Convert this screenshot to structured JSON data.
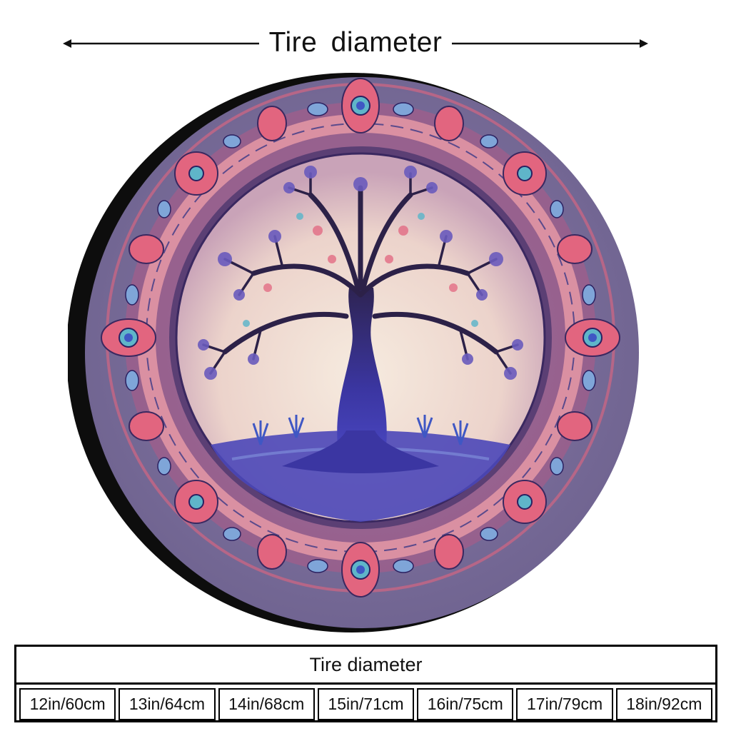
{
  "header": {
    "label": "Tire  diameter"
  },
  "product": {
    "artwork_icon": "tree-of-life-mandala-icon",
    "colors": {
      "background_purple": "#7d6f99",
      "tire_black": "#0d0d0d",
      "trunk_blue": "#3d3aa6",
      "circle_cream": "#f1e4d6",
      "accent_pink": "#e2657f",
      "accent_teal": "#5fb5c9"
    }
  },
  "size_table": {
    "title": "Tire diameter",
    "sizes": [
      "12in/60cm",
      "13in/64cm",
      "14in/68cm",
      "15in/71cm",
      "16in/75cm",
      "17in/79cm",
      "18in/92cm"
    ]
  }
}
